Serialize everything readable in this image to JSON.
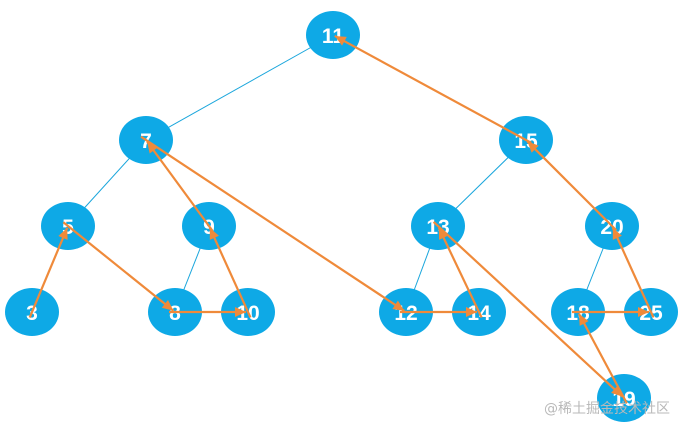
{
  "colors": {
    "node_fill": "#0ea9e6",
    "node_text": "#ffffff",
    "tree_edge": "#1aa6dc",
    "thread_arrow": "#ef8a3a"
  },
  "nodes": [
    {
      "id": "n11",
      "label": "11"
    },
    {
      "id": "n7",
      "label": "7"
    },
    {
      "id": "n15",
      "label": "15"
    },
    {
      "id": "n5",
      "label": "5"
    },
    {
      "id": "n9",
      "label": "9"
    },
    {
      "id": "n13",
      "label": "13"
    },
    {
      "id": "n20",
      "label": "20"
    },
    {
      "id": "n3",
      "label": "3"
    },
    {
      "id": "n8",
      "label": "8"
    },
    {
      "id": "n10",
      "label": "10"
    },
    {
      "id": "n12",
      "label": "12"
    },
    {
      "id": "n14",
      "label": "14"
    },
    {
      "id": "n18",
      "label": "18"
    },
    {
      "id": "n25",
      "label": "25"
    },
    {
      "id": "n19",
      "label": "19"
    }
  ],
  "tree_edges": [
    [
      "n11",
      "n7"
    ],
    [
      "n11",
      "n15"
    ],
    [
      "n7",
      "n5"
    ],
    [
      "n7",
      "n9"
    ],
    [
      "n15",
      "n13"
    ],
    [
      "n15",
      "n20"
    ],
    [
      "n5",
      "n3"
    ],
    [
      "n9",
      "n8"
    ],
    [
      "n9",
      "n10"
    ],
    [
      "n13",
      "n12"
    ],
    [
      "n13",
      "n14"
    ],
    [
      "n20",
      "n18"
    ],
    [
      "n20",
      "n25"
    ],
    [
      "n18",
      "n19"
    ]
  ],
  "thread_arrows": [
    [
      "n3",
      "n5"
    ],
    [
      "n5",
      "n8"
    ],
    [
      "n8",
      "n10"
    ],
    [
      "n10",
      "n9"
    ],
    [
      "n9",
      "n7"
    ],
    [
      "n7",
      "n12"
    ],
    [
      "n12",
      "n14"
    ],
    [
      "n14",
      "n13"
    ],
    [
      "n13",
      "n19"
    ],
    [
      "n19",
      "n18"
    ],
    [
      "n18",
      "n25"
    ],
    [
      "n25",
      "n20"
    ],
    [
      "n20",
      "n15"
    ],
    [
      "n15",
      "n11"
    ]
  ],
  "watermark": "@稀土掘金技术社区"
}
